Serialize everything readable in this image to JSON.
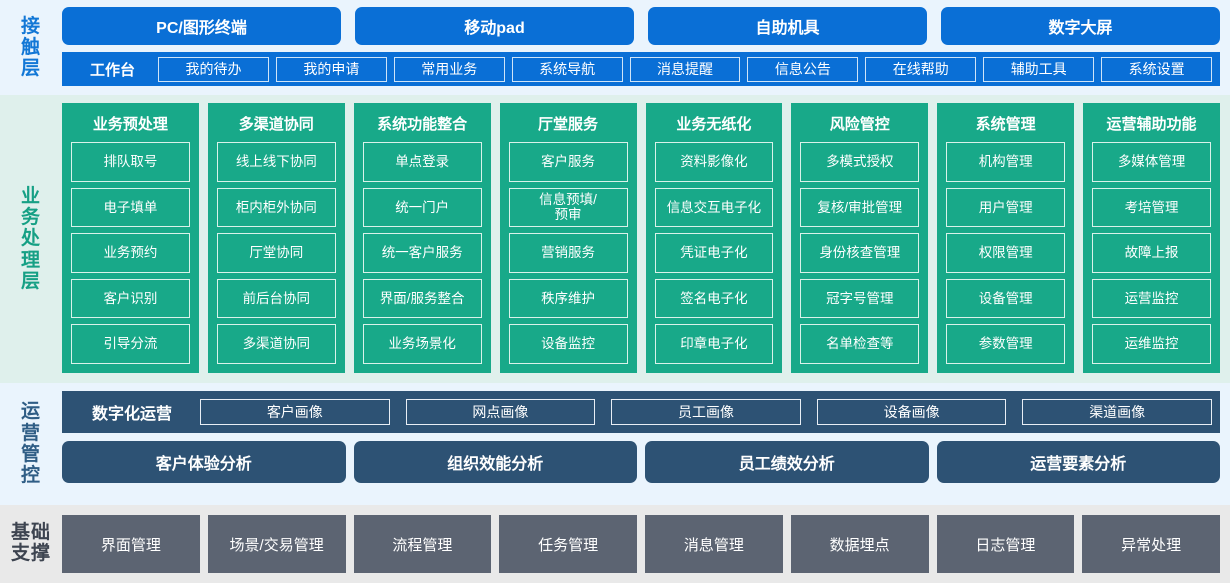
{
  "layers": {
    "contact": {
      "label": "接触层"
    },
    "business": {
      "label": "业务处理层"
    },
    "operations": {
      "label": "运营管控"
    },
    "foundation": {
      "label": "基础支撑"
    }
  },
  "contact": {
    "terminals": [
      {
        "label": "PC/图形终端"
      },
      {
        "label": "移动pad"
      },
      {
        "label": "自助机具"
      },
      {
        "label": "数字大屏"
      }
    ],
    "workbench_title": "工作台",
    "workbench_items": [
      {
        "label": "我的待办"
      },
      {
        "label": "我的申请"
      },
      {
        "label": "常用业务"
      },
      {
        "label": "系统导航"
      },
      {
        "label": "消息提醒"
      },
      {
        "label": "信息公告"
      },
      {
        "label": "在线帮助"
      },
      {
        "label": "辅助工具"
      },
      {
        "label": "系统设置"
      }
    ]
  },
  "business": {
    "columns": [
      {
        "title": "业务预处理",
        "items": [
          "排队取号",
          "电子填单",
          "业务预约",
          "客户识别",
          "引导分流"
        ]
      },
      {
        "title": "多渠道协同",
        "items": [
          "线上线下协同",
          "柜内柜外协同",
          "厅堂协同",
          "前后台协同",
          "多渠道协同"
        ]
      },
      {
        "title": "系统功能整合",
        "items": [
          "单点登录",
          "统一门户",
          "统一客户服务",
          "界面/服务整合",
          "业务场景化"
        ]
      },
      {
        "title": "厅堂服务",
        "items": [
          "客户服务",
          "信息预填/\n预审",
          "营销服务",
          "秩序维护",
          "设备监控"
        ]
      },
      {
        "title": "业务无纸化",
        "items": [
          "资料影像化",
          "信息交互电子化",
          "凭证电子化",
          "签名电子化",
          "印章电子化"
        ]
      },
      {
        "title": "风险管控",
        "items": [
          "多模式授权",
          "复核/审批管理",
          "身份核查管理",
          "冠字号管理",
          "名单检查等"
        ]
      },
      {
        "title": "系统管理",
        "items": [
          "机构管理",
          "用户管理",
          "权限管理",
          "设备管理",
          "参数管理"
        ]
      },
      {
        "title": "运营辅助功能",
        "items": [
          "多媒体管理",
          "考培管理",
          "故障上报",
          "运营监控",
          "运维监控"
        ]
      }
    ]
  },
  "operations": {
    "digital_title": "数字化运营",
    "portraits": [
      {
        "label": "客户画像"
      },
      {
        "label": "网点画像"
      },
      {
        "label": "员工画像"
      },
      {
        "label": "设备画像"
      },
      {
        "label": "渠道画像"
      }
    ],
    "analyses": [
      {
        "label": "客户体验分析"
      },
      {
        "label": "组织效能分析"
      },
      {
        "label": "员工绩效分析"
      },
      {
        "label": "运营要素分析"
      }
    ]
  },
  "foundation": {
    "items": [
      {
        "label": "界面管理"
      },
      {
        "label": "场景/交易管理"
      },
      {
        "label": "流程管理"
      },
      {
        "label": "任务管理"
      },
      {
        "label": "消息管理"
      },
      {
        "label": "数据埋点"
      },
      {
        "label": "日志管理"
      },
      {
        "label": "异常处理"
      }
    ]
  },
  "colors": {
    "contact_bg": "#eaf4fd",
    "contact_accent": "#0a6fd6",
    "business_bg": "#dff0ec",
    "business_accent": "#18a989",
    "operations_bg": "#eaf4fd",
    "operations_accent": "#2d5274",
    "foundation_bg": "#e9e9e9",
    "foundation_accent": "#5c6472"
  }
}
